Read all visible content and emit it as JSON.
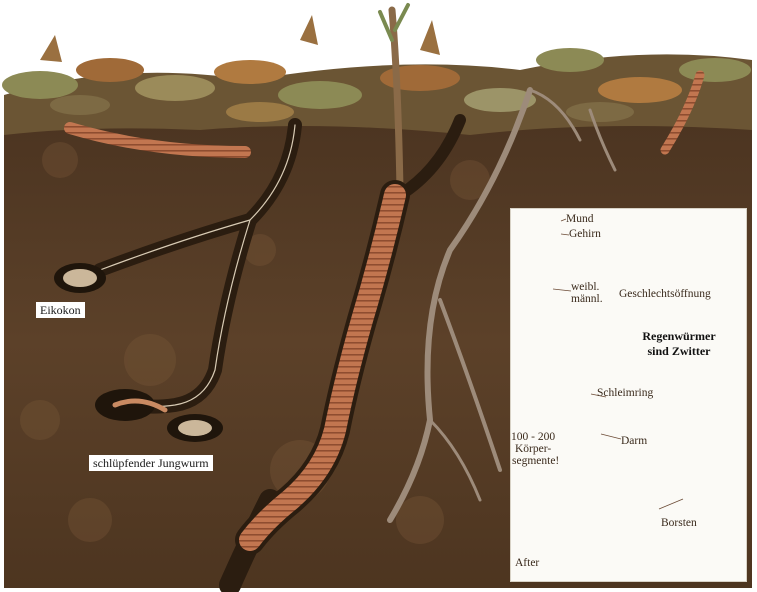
{
  "labels": {
    "egg_cocoon": "Eikokon",
    "hatching_worm": "schlüpfender Jungwurm"
  },
  "inset": {
    "title_line1": "Regenwürmer",
    "title_line2": "sind Zwitter",
    "mouth": "Mund",
    "brain": "Gehirn",
    "female": "weibl.",
    "male": "männl.",
    "genital_opening": "Geschlechtsöffnung",
    "clitellum": "Schleimring",
    "segments_line1": "100 - 200",
    "segments_line2": "Körper-",
    "segments_line3": "segmente!",
    "intestine": "Darm",
    "bristles": "Borsten",
    "anus": "After"
  },
  "colors": {
    "soil": "#5a4028",
    "soil_dark": "#3f2c1a",
    "worm": "#c97a52",
    "leaf_green": "#8c8a55",
    "leaf_brown": "#a06a38"
  }
}
